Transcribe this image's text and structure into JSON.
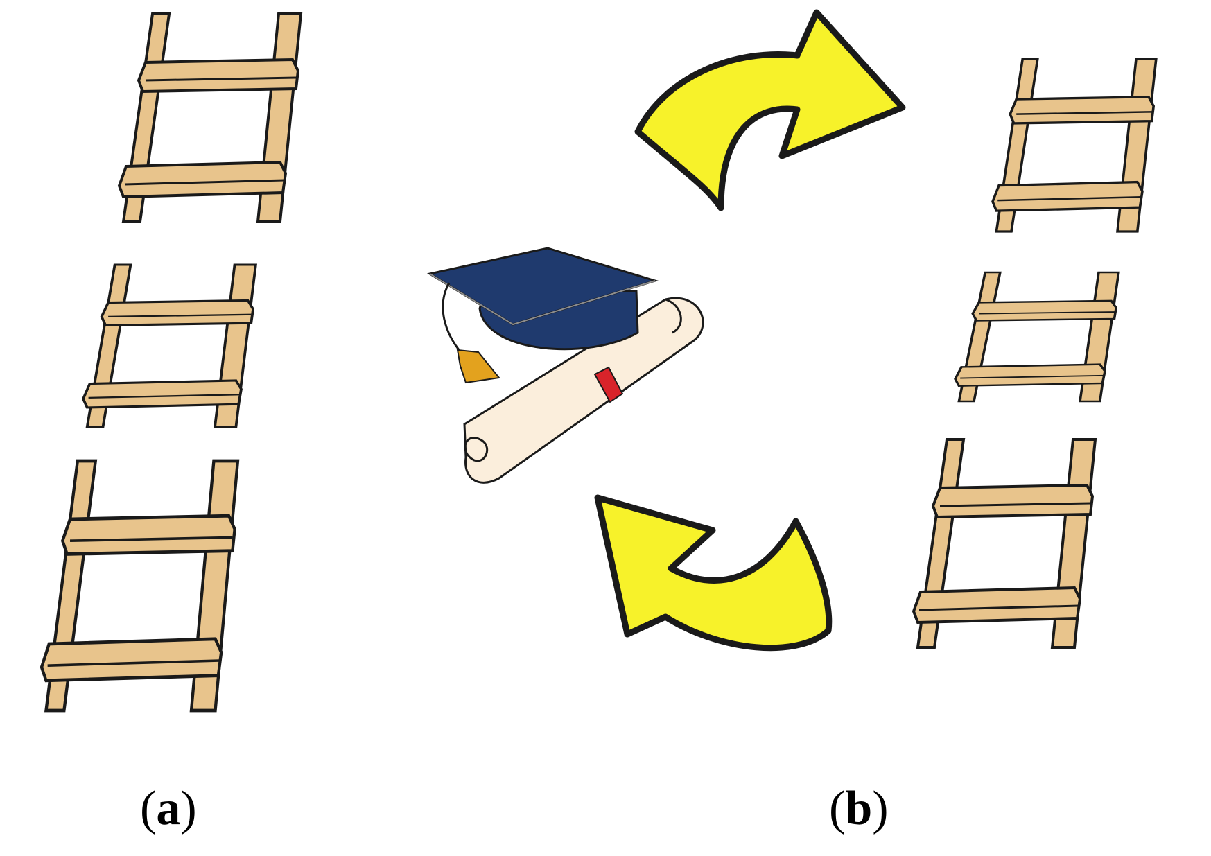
{
  "panels": [
    {
      "id": "a",
      "label": "a",
      "content": "ladder"
    },
    {
      "id": "b",
      "label": "b",
      "content": "ladder"
    }
  ],
  "center_icon": "graduation-cap-and-diploma-icon",
  "arrows": [
    {
      "icon": "curved-arrow-right-icon",
      "direction": "clockwise-top"
    },
    {
      "icon": "curved-arrow-left-icon",
      "direction": "clockwise-bottom"
    }
  ],
  "colors": {
    "wood_fill": "#E8C48C",
    "wood_dark": "#C79B5C",
    "outline": "#1A1A1A",
    "arrow_fill": "#F7F22A",
    "cap_blue": "#1F3A6E",
    "tassel": "#E3A21E",
    "ribbon": "#D8232A",
    "scroll": "#FBEEDC"
  }
}
